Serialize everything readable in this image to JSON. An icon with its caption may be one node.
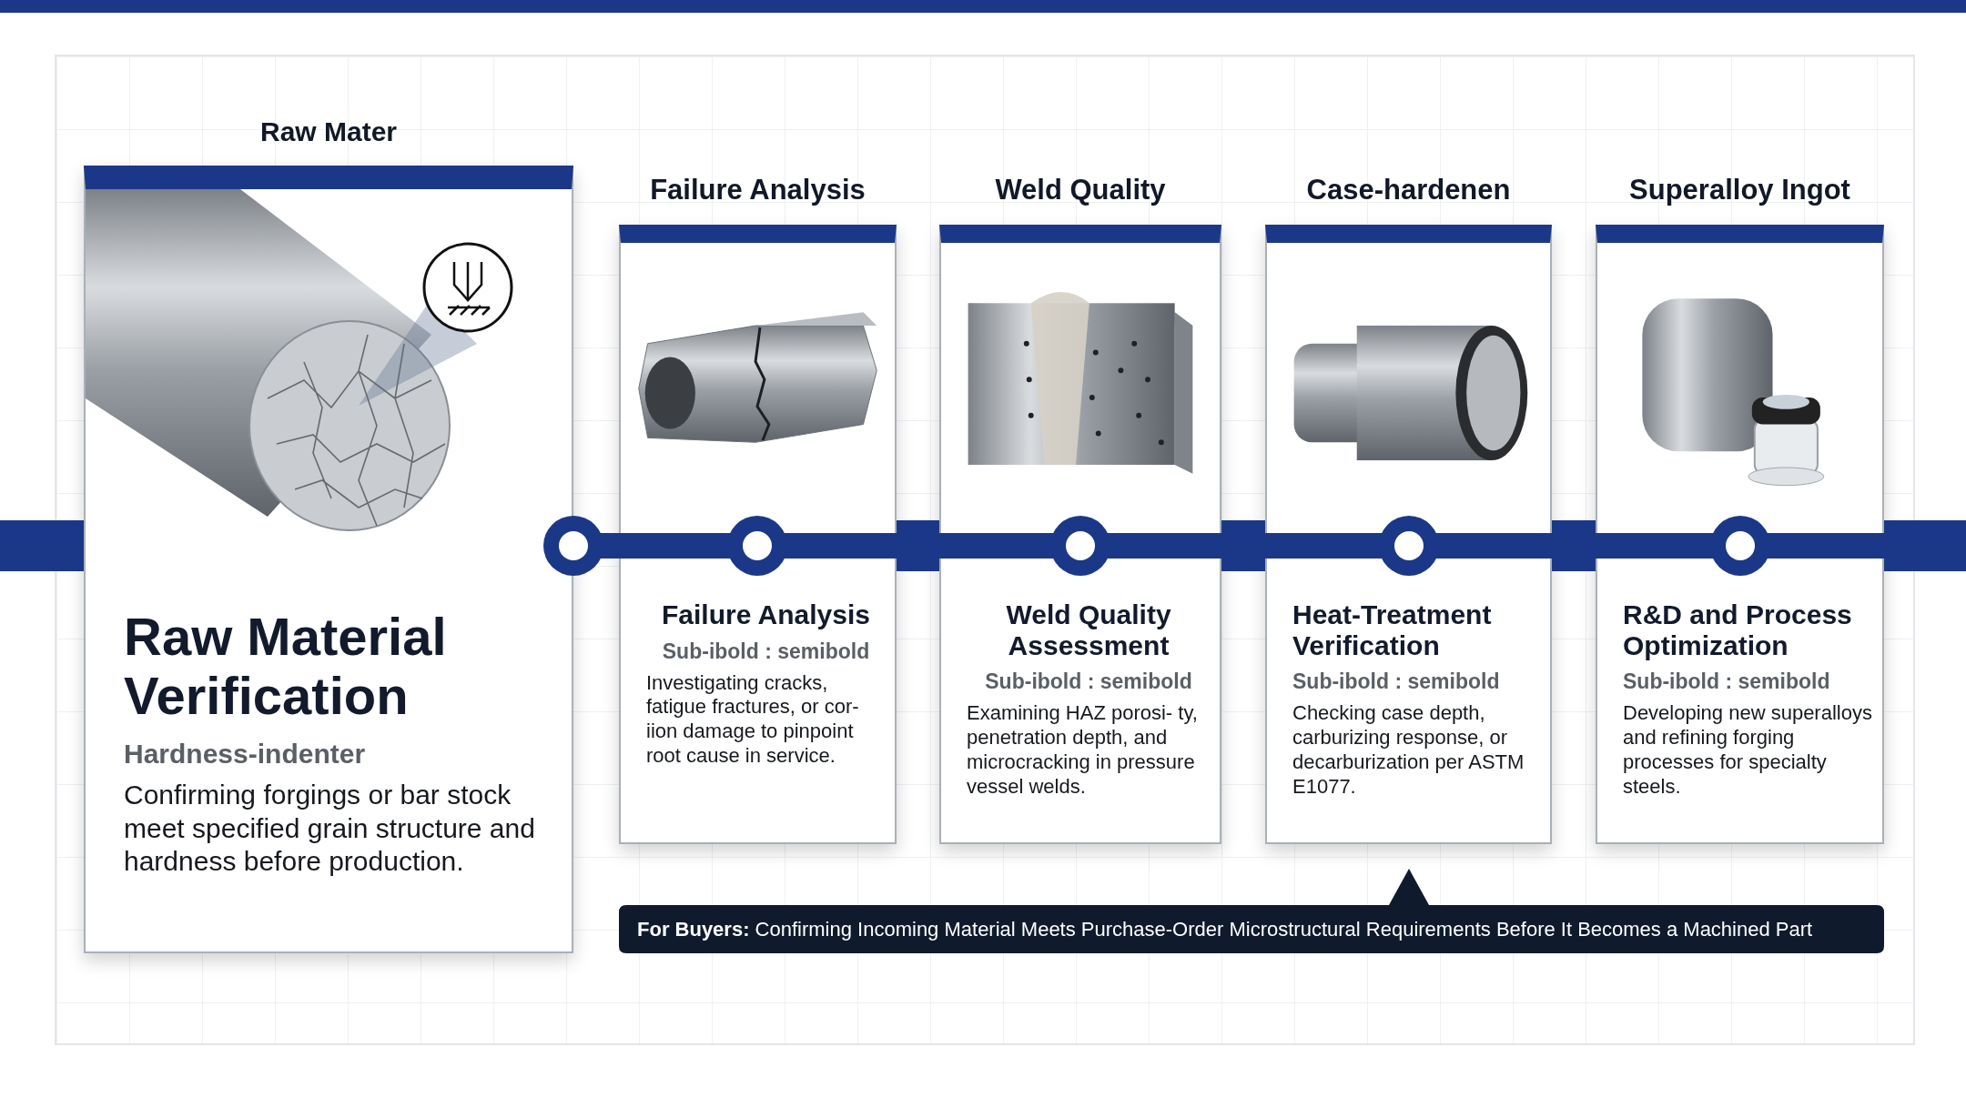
{
  "diagram": {
    "nodes": [
      {
        "text": [
          "Raw Mater",
          "Raw Material Verification",
          "Hardness-indenter",
          "Confirming forgings or bar stock meet specified grain structure and hardness before production."
        ]
      },
      {
        "text": [
          "Failure Analysis",
          "Failure Analysis",
          "Sub-ibold : semibold",
          "Investigating cracks, fatigue fractures, or cor- iion damage to pinpoint root cause in service."
        ]
      },
      {
        "text": [
          "Weld Quality",
          "Weld Quality Assessment",
          "Sub-ibold : semibold",
          "Examining HAZ porosi- ty, penetration depth, and microcracking in pressure vessel welds."
        ]
      },
      {
        "text": [
          "Case-hardenen",
          "Heat-Treatment Verification",
          "Sub-ibold : semibold",
          "Checking case depth, carburizing response, or decarburization per ASTM E1077."
        ]
      },
      {
        "text": [
          "Superalloy Ingot",
          "R&D and Process Optimization",
          "Sub-ibold : semibold",
          "Developing new superalloys and refining forging processes for specialty steels."
        ]
      },
      {
        "text": [
          "**For Buyers:** Confirming Incoming Material Meets Purchase-Order Microstructural Requirements Before It Becomes a Machined Part"
        ]
      }
    ]
  }
}
